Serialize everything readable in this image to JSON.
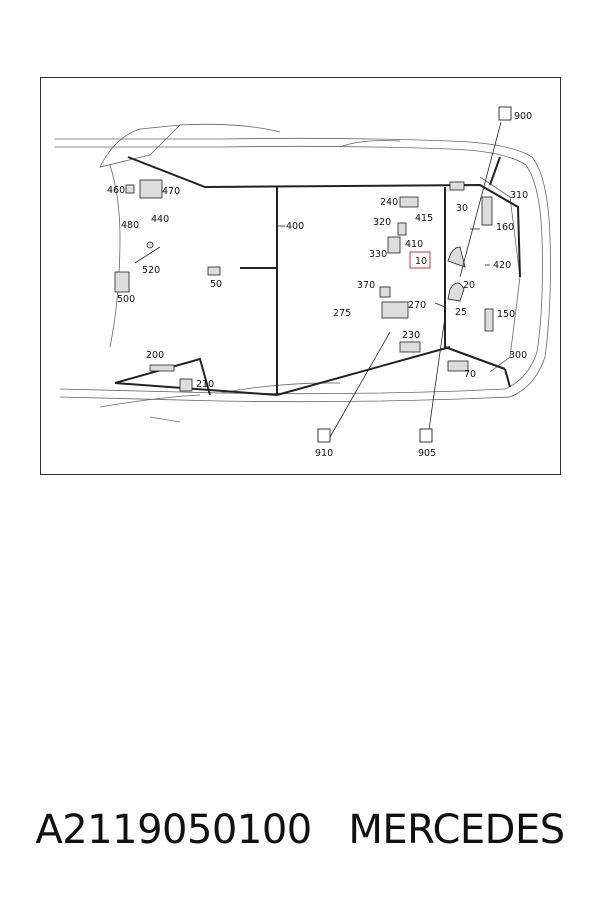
{
  "diagram": {
    "labels": [
      "900",
      "310",
      "30",
      "160",
      "420",
      "150",
      "300",
      "70",
      "20",
      "25",
      "10",
      "415",
      "410",
      "240",
      "320",
      "330",
      "370",
      "270",
      "275",
      "230",
      "400",
      "50",
      "460",
      "470",
      "440",
      "480",
      "520",
      "500",
      "200",
      "210",
      "910",
      "905"
    ],
    "highlighted": "10"
  },
  "caption": {
    "part_number": "A2119050100",
    "brand": "MERCEDES"
  },
  "colors": {
    "line": "#333333",
    "highlight": "#e05050"
  }
}
